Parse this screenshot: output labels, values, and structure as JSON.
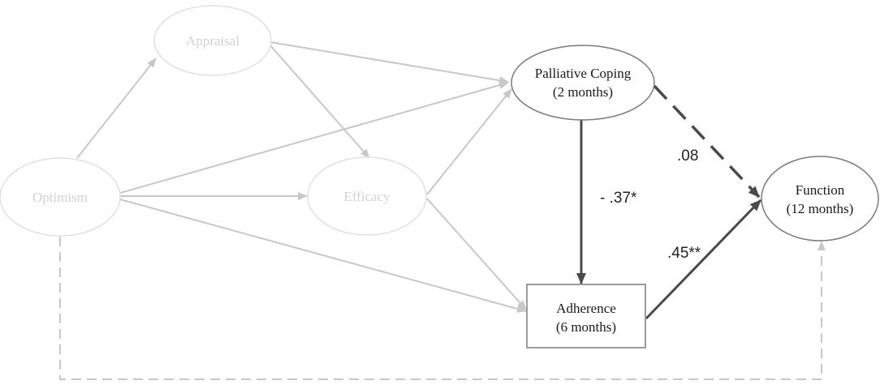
{
  "nodes": {
    "appraisal": {
      "line1": "Appraisal"
    },
    "optimism": {
      "line1": "Optimism"
    },
    "efficacy": {
      "line1": "Efficacy"
    },
    "palliative": {
      "line1": "Palliative Coping",
      "line2": "(2 months)"
    },
    "adherence": {
      "line1": "Adherence",
      "line2": "(6 months)"
    },
    "function": {
      "line1": "Function",
      "line2": "(12 months)"
    }
  },
  "coefficients": {
    "palliative_to_function": ".08",
    "palliative_to_adherence": "- .37*",
    "adherence_to_function": ".45**"
  },
  "colors": {
    "faded": "#c8c8c8",
    "faded_text": "#d2d2d2",
    "highlight": "#4a4a4a",
    "node_border": "#7a7a7a"
  }
}
